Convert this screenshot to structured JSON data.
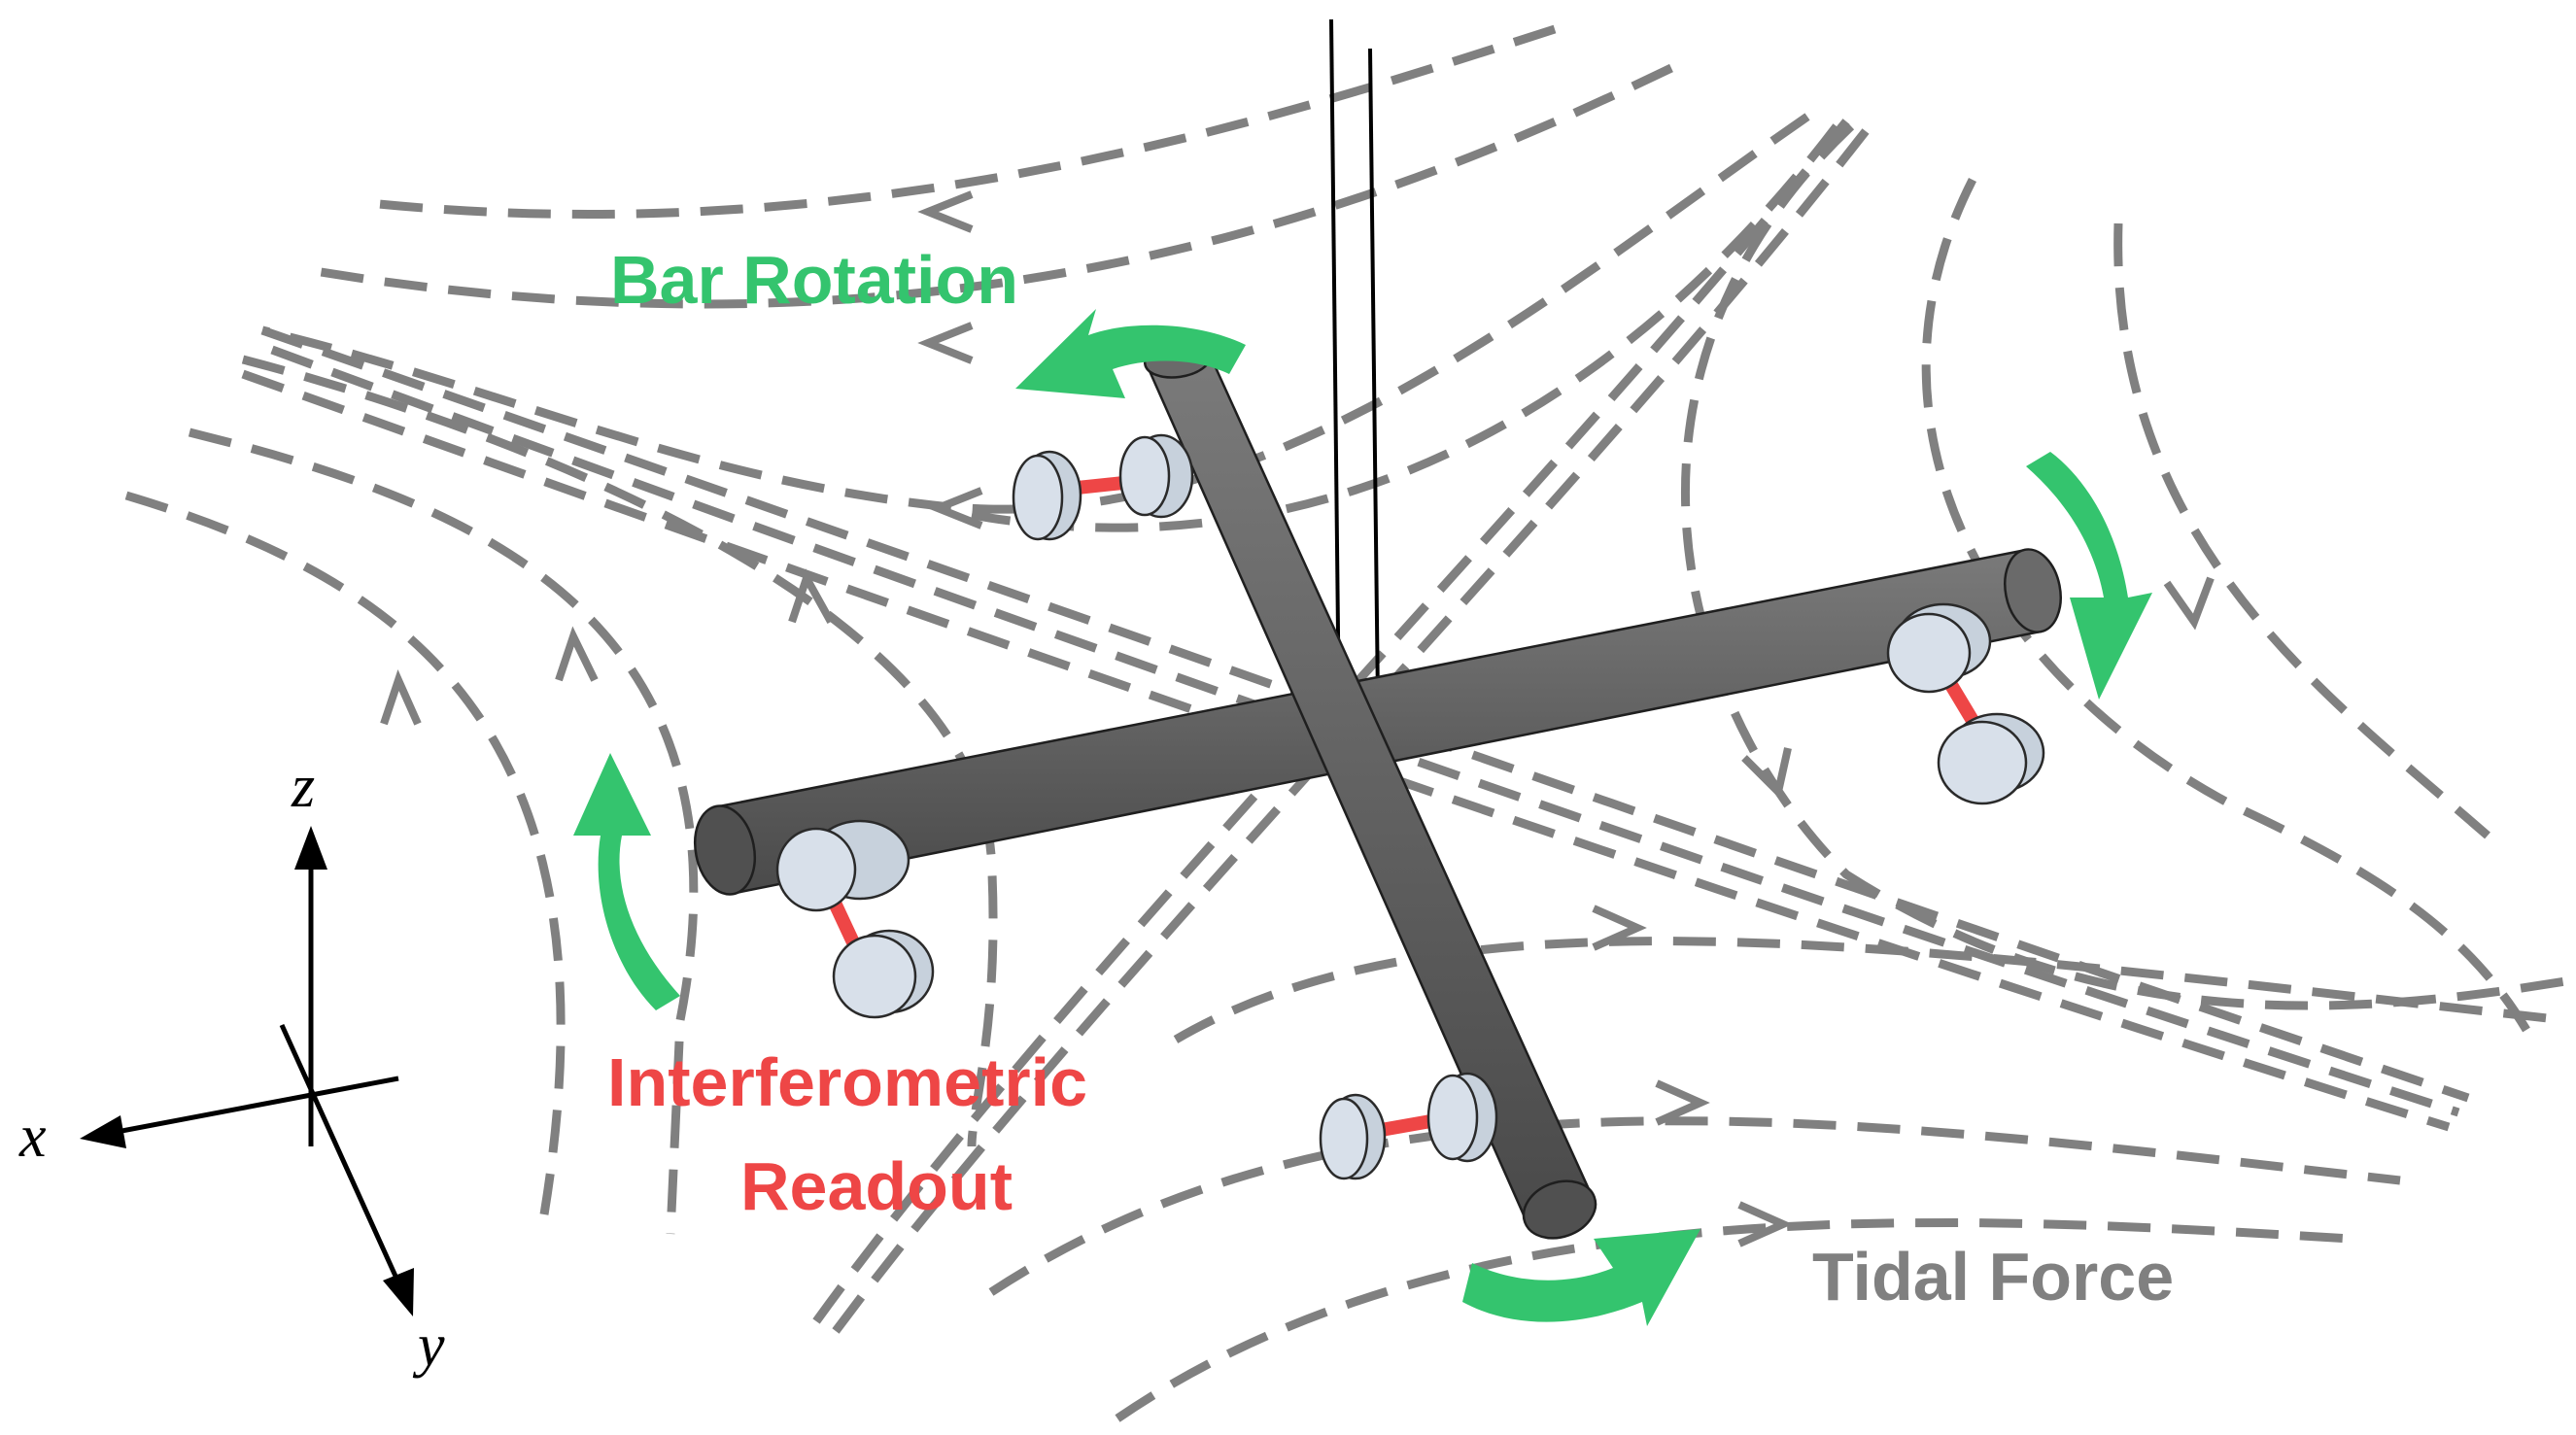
{
  "labels": {
    "bar_rotation": "Bar Rotation",
    "interferometric_line1": "Interferometric",
    "interferometric_line2": "Readout",
    "tidal_force": "Tidal Force"
  },
  "axes": {
    "x": "x",
    "y": "y",
    "z": "z"
  },
  "colors": {
    "rotation_arrows": "#34c46e",
    "readout": "#ee4646",
    "field_lines": "#808080",
    "bars": "#646464"
  }
}
